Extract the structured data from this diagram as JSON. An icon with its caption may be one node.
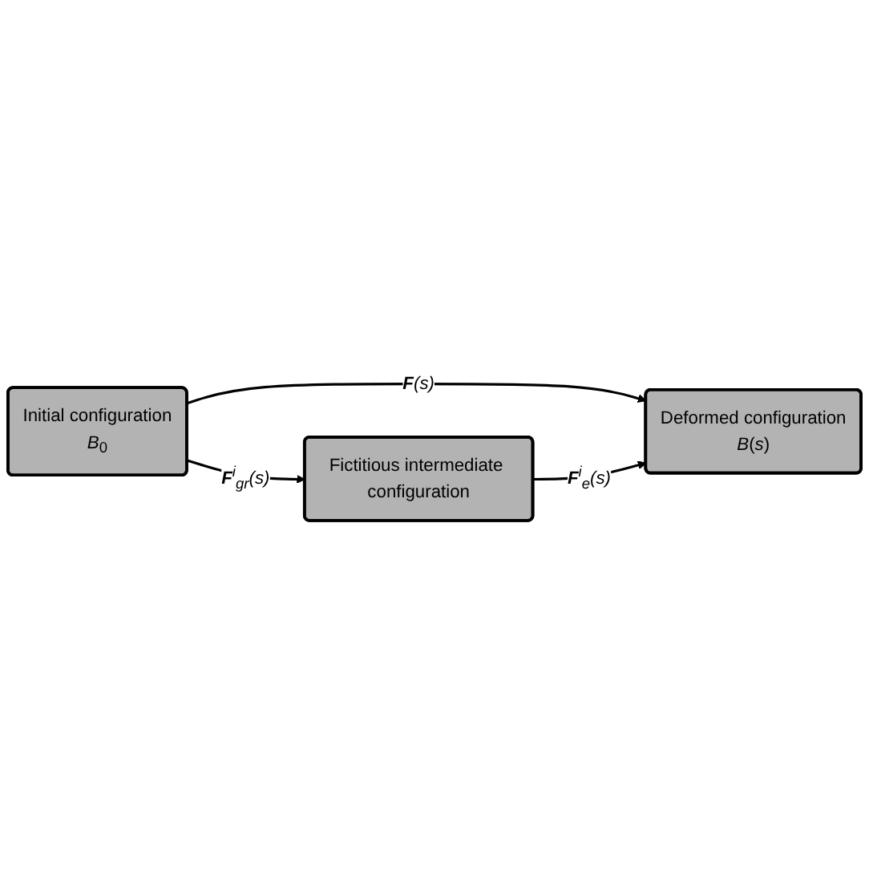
{
  "diagram": {
    "nodes": [
      {
        "text": [
          "Initial configuration",
          "*B*$_{0}$"
        ]
      },
      {
        "text": [
          "Deformed configuration",
          "*B*(*s*)"
        ]
      },
      {
        "text": [
          "Fictitious intermediate configuration"
        ]
      }
    ],
    "edges": [
      {
        "from": 0,
        "to": 1,
        "arrow": "to",
        "label": "**F**(s)"
      },
      {
        "from": 0,
        "to": 2,
        "arrow": "to",
        "label": "**F**$^{i}$$_{gr}$(s)"
      },
      {
        "from": 2,
        "to": 1,
        "arrow": "to",
        "label": "**F**$^{i}$$_{e}$(s)"
      }
    ]
  }
}
